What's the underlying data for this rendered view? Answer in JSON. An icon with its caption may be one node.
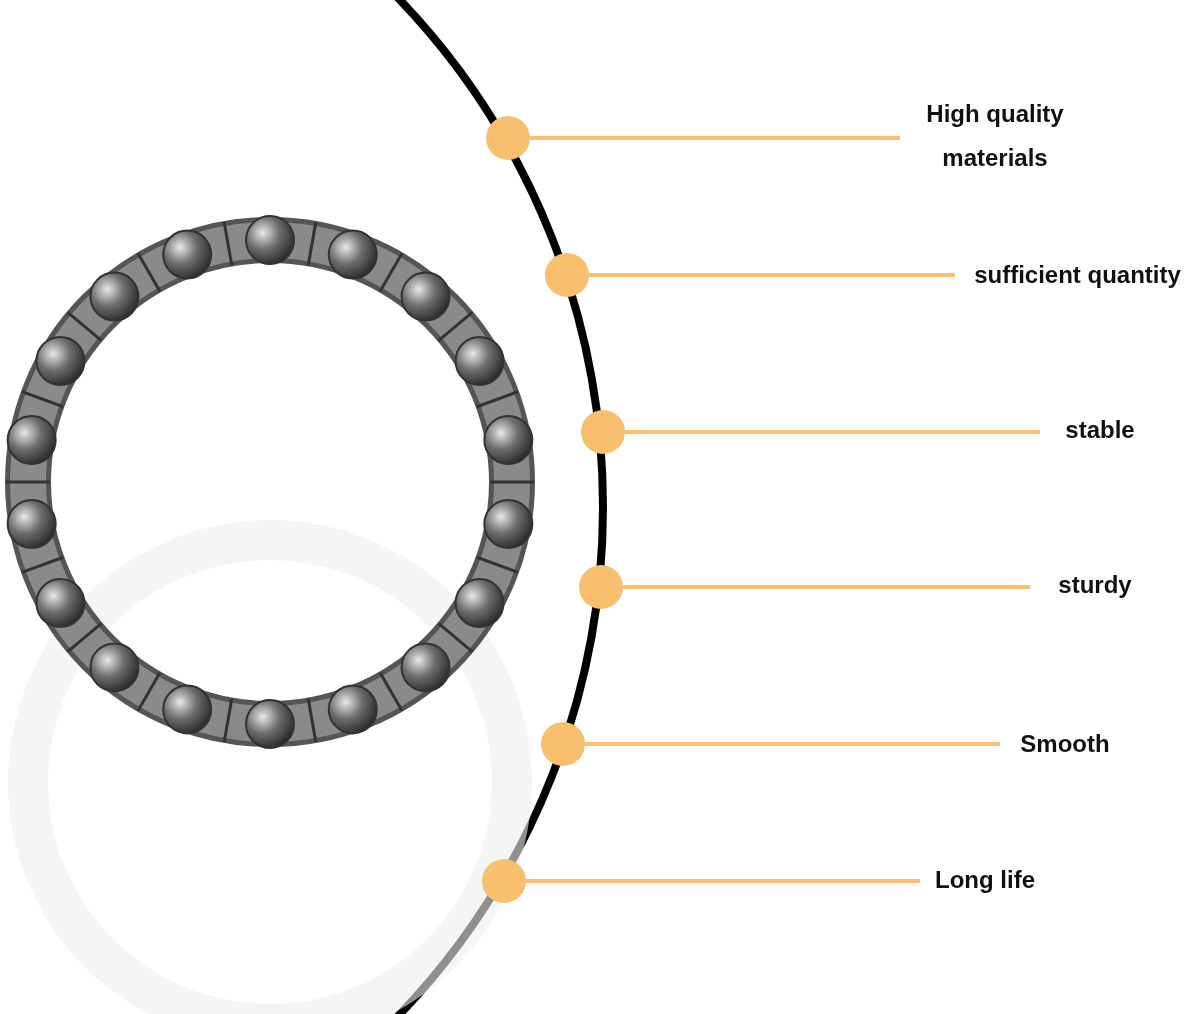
{
  "diagram": {
    "nodes": [
      {
        "text": [
          "High quality materials"
        ]
      },
      {
        "text": [],
        "shape": "circle"
      },
      {
        "text": [
          "sufficient quantity"
        ]
      },
      {
        "text": [],
        "shape": "circle"
      },
      {
        "text": [
          "stable"
        ]
      },
      {
        "text": [],
        "shape": "circle"
      },
      {
        "text": [
          "sturdy"
        ]
      },
      {
        "text": [],
        "shape": "circle"
      },
      {
        "text": [
          "Smooth"
        ]
      },
      {
        "text": [],
        "shape": "circle"
      },
      {
        "text": [
          "Long life"
        ]
      },
      {
        "text": [],
        "shape": "circle"
      }
    ],
    "edges": [
      {
        "from": 0,
        "to": 1,
        "arrow": "none"
      },
      {
        "from": 2,
        "to": 3,
        "arrow": "none"
      },
      {
        "from": 4,
        "to": 5,
        "arrow": "none"
      },
      {
        "from": 6,
        "to": 7,
        "arrow": "none"
      },
      {
        "from": 8,
        "to": 9,
        "arrow": "none"
      },
      {
        "from": 10,
        "to": 11,
        "arrow": "none"
      }
    ]
  }
}
